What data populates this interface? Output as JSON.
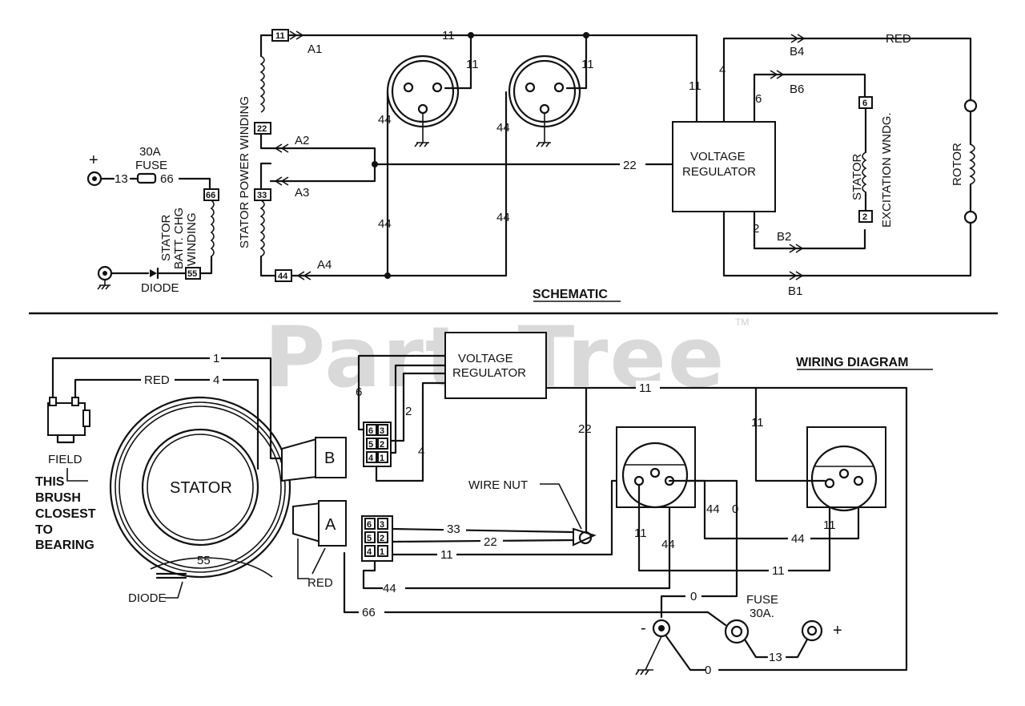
{
  "watermark": {
    "brand": "PartsTree",
    "tm": "TM"
  },
  "schematic": {
    "title": "SCHEMATIC",
    "plus": "+",
    "fuse_line1": "30A",
    "fuse_line2": "FUSE",
    "wire13": "13",
    "wire66": "66",
    "term66": "66",
    "term55": "55",
    "diode": "DIODE",
    "batt_winding": [
      "STATOR",
      "BATT. CHG",
      "WINDING"
    ],
    "power_winding": "STATOR POWER WINDING",
    "terms": {
      "t11": "11",
      "t22": "22",
      "t33": "33",
      "t44": "44"
    },
    "leads": {
      "a1": "A1",
      "a2": "A2",
      "a3": "A3",
      "a4": "A4"
    },
    "wire_11": "11",
    "wire_22": "22",
    "wire_44": "44",
    "wire_4": "4",
    "wire_6": "6",
    "wire_2": "2",
    "vr_line1": "VOLTAGE",
    "vr_line2": "REGULATOR",
    "b_leads": {
      "b4": "B4",
      "b6": "B6",
      "b2": "B2",
      "b1": "B1"
    },
    "red": "RED",
    "exc_line1": "STATOR",
    "exc_line2": "EXCITATION WNDG.",
    "exc_t6": "6",
    "exc_t2": "2",
    "rotor": "ROTOR"
  },
  "wiring": {
    "title": "WIRING DIAGRAM",
    "vr_line1": "VOLTAGE",
    "vr_line2": "REGULATOR",
    "wire1": "1",
    "red": "RED",
    "wire4": "4",
    "wire6": "6",
    "wire2": "2",
    "wire11": "11",
    "wire22": "22",
    "wire33": "33",
    "wire44": "44",
    "wire0": "0",
    "wire66": "66",
    "wire13": "13",
    "field": "FIELD",
    "brush_note": [
      "THIS",
      "BRUSH",
      "CLOSEST",
      "TO",
      "BEARING"
    ],
    "stator": "STATOR",
    "plug_b": "B",
    "plug_a": "A",
    "pins": [
      "6",
      "3",
      "5",
      "2",
      "4",
      "1"
    ],
    "wire_nut": "WIRE NUT",
    "wire55": "55",
    "diode": "DIODE",
    "red2": "RED",
    "fuse_line1": "FUSE",
    "fuse_line2": "30A.",
    "minus": "-",
    "plus": "+"
  }
}
